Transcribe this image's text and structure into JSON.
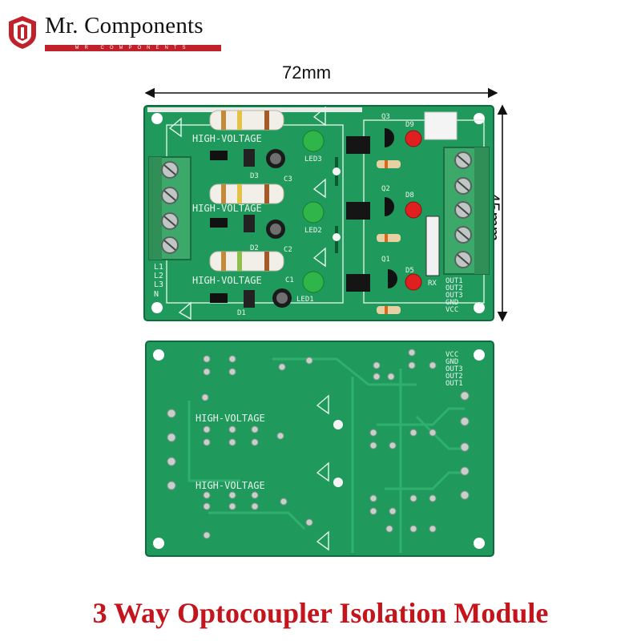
{
  "brand": {
    "name": "Mr. Components",
    "sub": "MR COMPONENTS",
    "color": "#c0212b"
  },
  "dimensions": {
    "width": "72mm",
    "height": "45mm"
  },
  "board_top": {
    "silkscreen": {
      "hv_label_1": "HIGH-VOLTAGE",
      "hv_label_2": "HIGH-VOLTAGE",
      "hv_label_3": "HIGH-VOLTAGE",
      "input_pins": [
        "L1",
        "L2",
        "L3",
        "N"
      ],
      "output_pins": [
        "OUT1",
        "OUT2",
        "OUT3",
        "GND",
        "VCC"
      ],
      "leds": [
        "LED3",
        "LED2",
        "LED1"
      ],
      "diodes": [
        "D3",
        "D2",
        "D1"
      ],
      "caps": [
        "C3",
        "C2",
        "C1"
      ],
      "transistors": [
        "Q3",
        "Q2",
        "Q1"
      ],
      "status_leds": [
        "D9",
        "D8",
        "D5"
      ],
      "rx_label": "RX"
    },
    "board_color": "#1f9a5c"
  },
  "board_bottom": {
    "silkscreen": {
      "hv_label_1": "HIGH-VOLTAGE",
      "hv_label_2": "HIGH-VOLTAGE",
      "pins": [
        "VCC",
        "GND",
        "OUT3",
        "OUT2",
        "OUT1"
      ]
    }
  },
  "title": "3 Way Optocoupler Isolation Module",
  "title_color": "#c4141c"
}
